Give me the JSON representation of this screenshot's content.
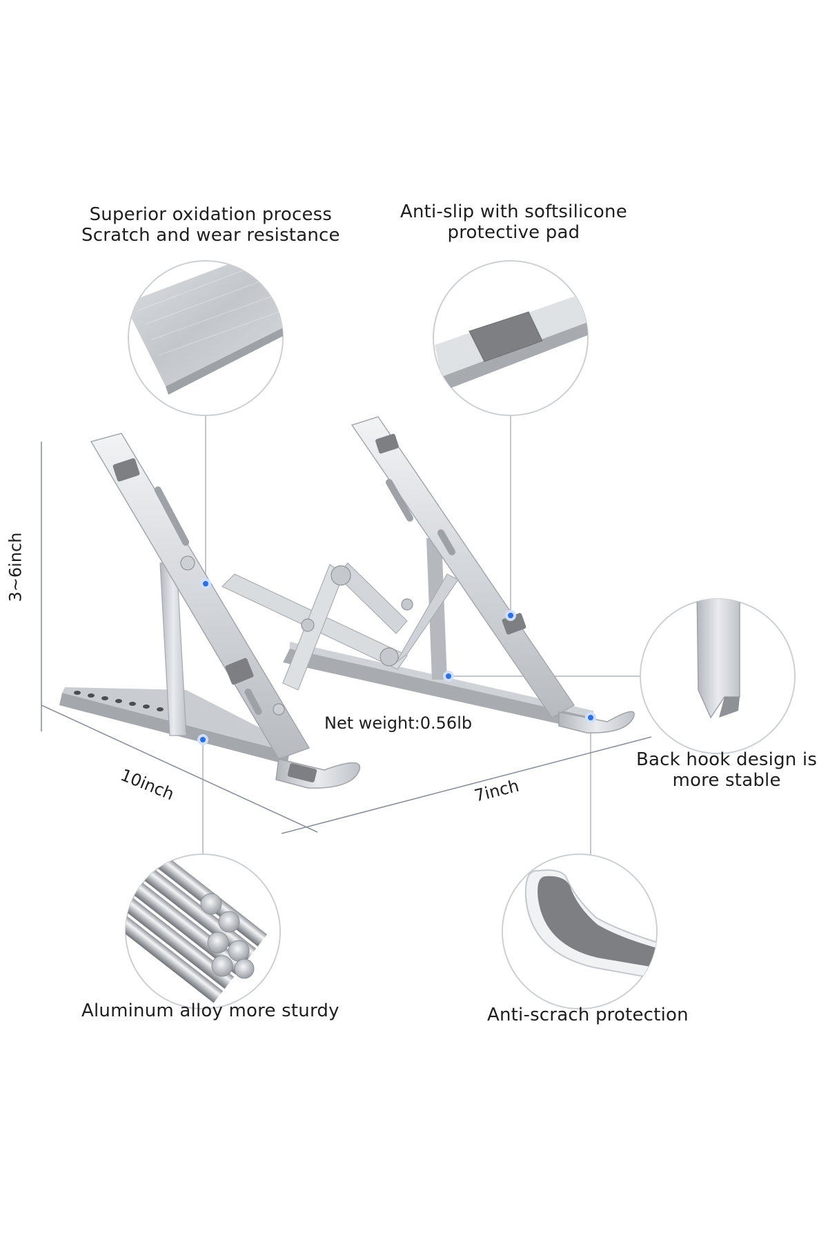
{
  "features": {
    "oxidation": {
      "line1": "Superior oxidation process",
      "line2": "Scratch and wear resistance",
      "icon": "brushed-aluminum-bar-closeup"
    },
    "antislip": {
      "line1": "Anti-slip with softsilicone",
      "line2": "protective pad",
      "icon": "silicone-pad-closeup"
    },
    "backhook": {
      "line1": "Back hook design is",
      "line2": "more stable",
      "icon": "back-hook-closeup"
    },
    "aluminum": {
      "line1": "Aluminum alloy more sturdy",
      "icon": "aluminum-rods-closeup"
    },
    "antiscratch": {
      "line1": "Anti-scrach protection",
      "icon": "curved-foot-closeup"
    }
  },
  "dimensions": {
    "height": "3~6inch",
    "width": "10inch",
    "depth": "7inch"
  },
  "weight": "Net weight:0.56lb",
  "colors": {
    "aluminum_light": "#e6e8eb",
    "aluminum_mid": "#c7cacf",
    "aluminum_dark": "#9a9ea4",
    "pad_gray": "#7d7f83",
    "callout_line": "#bfc2c6",
    "marker_blue": "#2f6fe0"
  }
}
